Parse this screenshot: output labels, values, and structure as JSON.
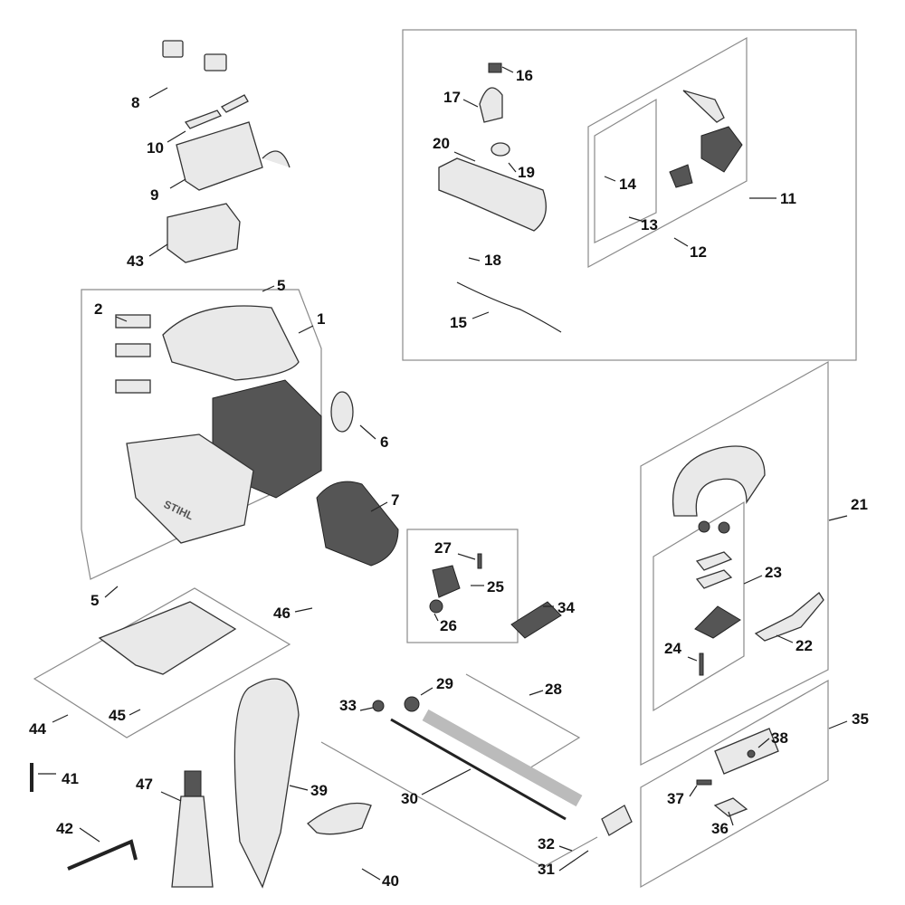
{
  "diagram": {
    "type": "exploded parts diagram",
    "brand_mark": "STIHL",
    "callouts": [
      "8",
      "10",
      "9",
      "43",
      "5",
      "2",
      "1",
      "6",
      "7",
      "5",
      "46",
      "44",
      "45",
      "16",
      "17",
      "20",
      "19",
      "14",
      "13",
      "12",
      "11",
      "18",
      "15",
      "27",
      "25",
      "26",
      "34",
      "21",
      "23",
      "22",
      "24",
      "29",
      "28",
      "33",
      "30",
      "32",
      "31",
      "35",
      "38",
      "37",
      "36",
      "41",
      "47",
      "39",
      "42",
      "40"
    ]
  }
}
